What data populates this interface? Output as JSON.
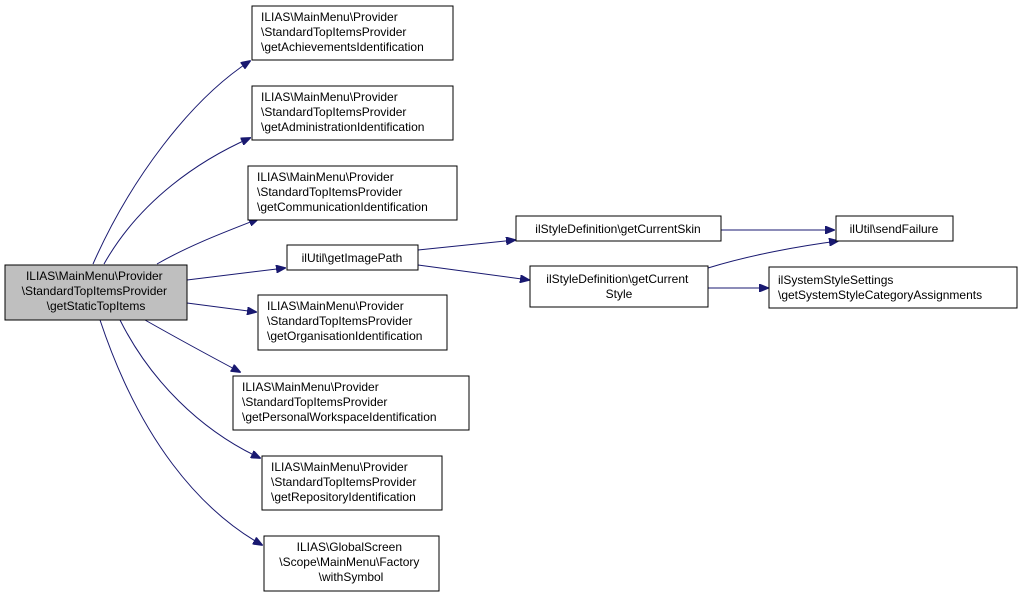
{
  "colors": {
    "edge": "#191970",
    "node_border": "#000000",
    "root_fill": "#bfbfbf",
    "node_fill": "#ffffff"
  },
  "nodes": {
    "root": [
      "ILIAS\\MainMenu\\Provider",
      "\\StandardTopItemsProvider",
      "\\getStaticTopItems"
    ],
    "achievements": [
      "ILIAS\\MainMenu\\Provider",
      "\\StandardTopItemsProvider",
      "\\getAchievementsIdentification"
    ],
    "administration": [
      "ILIAS\\MainMenu\\Provider",
      "\\StandardTopItemsProvider",
      "\\getAdministrationIdentification"
    ],
    "communication": [
      "ILIAS\\MainMenu\\Provider",
      "\\StandardTopItemsProvider",
      "\\getCommunicationIdentification"
    ],
    "imagepath": [
      "ilUtil\\getImagePath"
    ],
    "organisation": [
      "ILIAS\\MainMenu\\Provider",
      "\\StandardTopItemsProvider",
      "\\getOrganisationIdentification"
    ],
    "personal": [
      "ILIAS\\MainMenu\\Provider",
      "\\StandardTopItemsProvider",
      "\\getPersonalWorkspaceIdentification"
    ],
    "repository": [
      "ILIAS\\MainMenu\\Provider",
      "\\StandardTopItemsProvider",
      "\\getRepositoryIdentification"
    ],
    "withsymbol": [
      "ILIAS\\GlobalScreen",
      "\\Scope\\MainMenu\\Factory",
      "\\withSymbol"
    ],
    "currentskin": [
      "ilStyleDefinition\\getCurrentSkin"
    ],
    "currentstyle": [
      "ilStyleDefinition\\getCurrent",
      "Style"
    ],
    "sendfailure": [
      "ilUtil\\sendFailure"
    ],
    "categoryassign": [
      "ilSystemStyleSettings",
      "\\getSystemStyleCategoryAssignments"
    ]
  }
}
